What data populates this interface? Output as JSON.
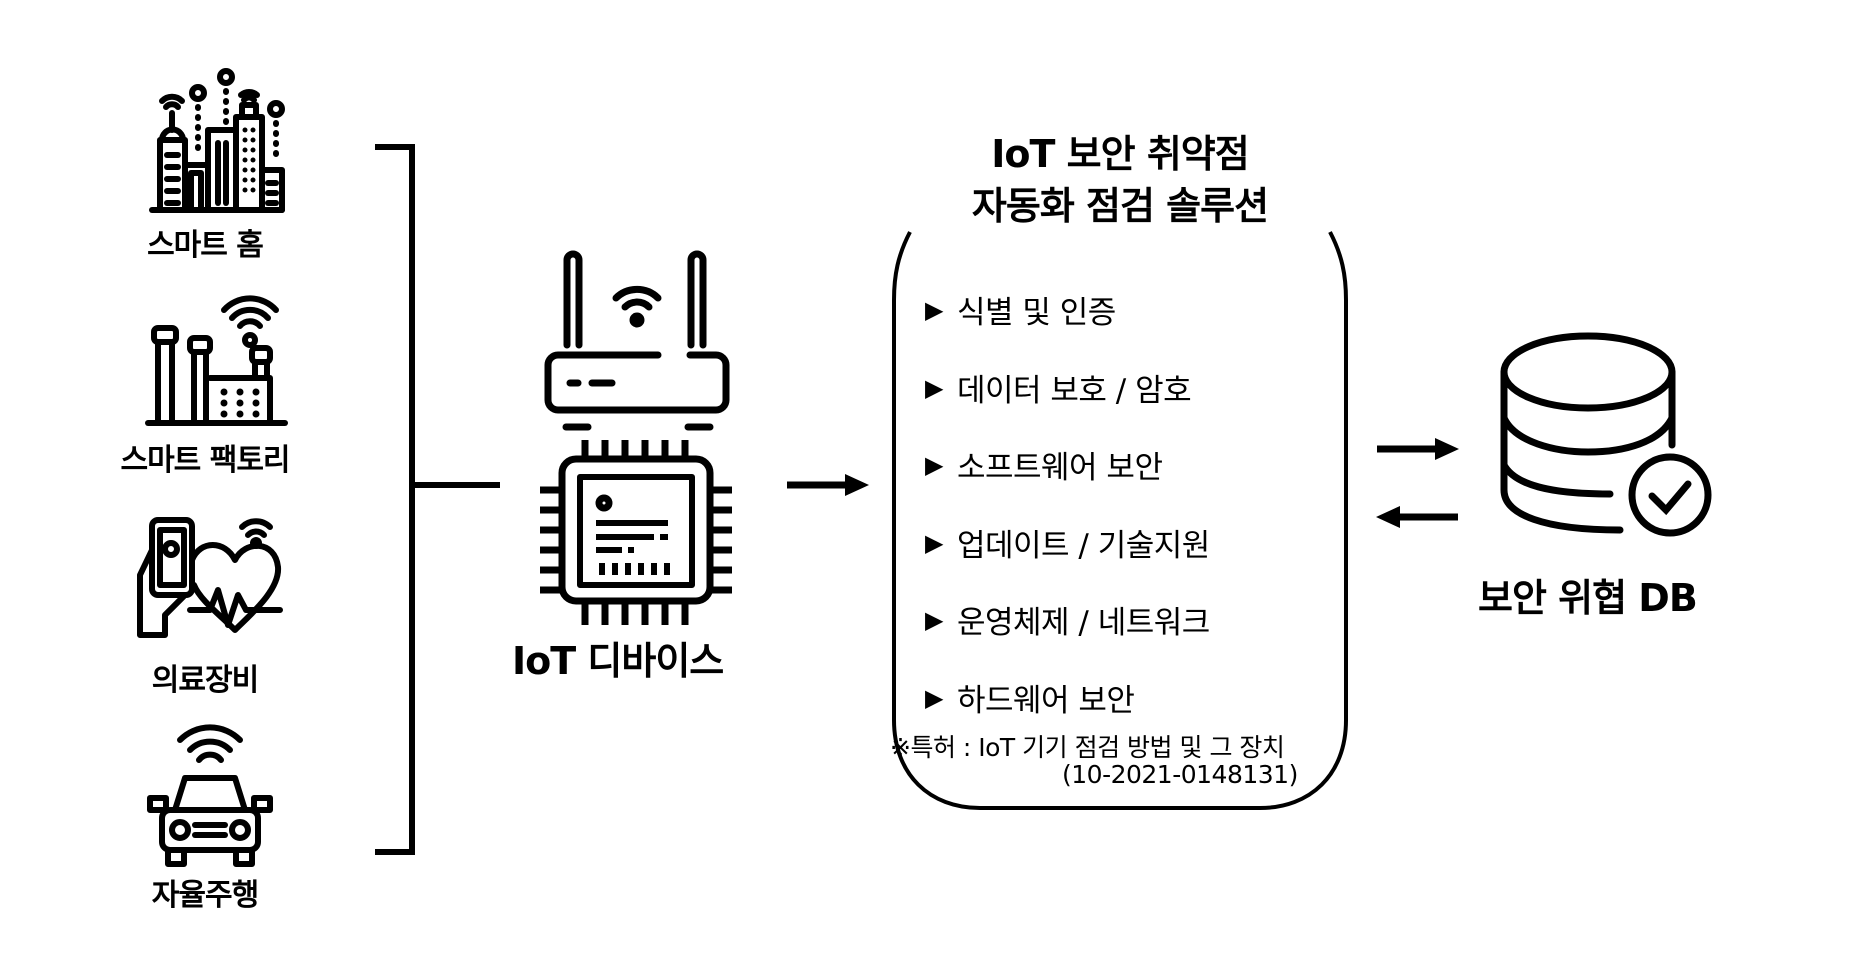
{
  "categories": [
    {
      "label": "스마트 홈",
      "icon": "smart-city-icon"
    },
    {
      "label": "스마트 팩토리",
      "icon": "factory-icon"
    },
    {
      "label": "의료장비",
      "icon": "medical-device-icon"
    },
    {
      "label": "자율주행",
      "icon": "car-icon"
    }
  ],
  "device": {
    "label": "IoT 디바이스",
    "icon": "router-chip-icon"
  },
  "solution": {
    "title_line1": "IoT 보안 취약점",
    "title_line2": "자동화 점검 솔루션",
    "items": [
      "식별 및 인증",
      "데이터 보호 / 암호",
      "소프트웨어 보안",
      "업데이트 / 기술지원",
      "운영체제 / 네트워크",
      "하드웨어 보안"
    ],
    "bullet": "▶",
    "patent_line1": "※특허 : IoT 기기 점검 방법 및 그 장치",
    "patent_line2": "(10-2021-0148131)"
  },
  "database": {
    "label": "보안 위협 DB",
    "icon": "database-check-icon"
  },
  "colors": {
    "stroke": "#000000",
    "background": "#ffffff"
  }
}
